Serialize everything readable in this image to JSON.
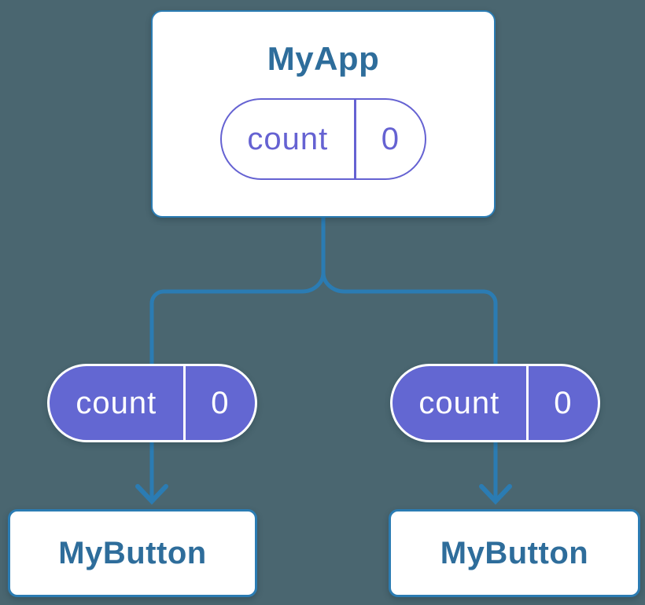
{
  "colors": {
    "bg": "#4a6670",
    "accent": "#2b7cb3",
    "card-bg": "#ffffff",
    "title-text": "#2e6d9b",
    "purple": "#6367d2",
    "purple-outline": "#6562d2",
    "pill-text-light": "#ffffff"
  },
  "diagram": {
    "root": {
      "title": "MyApp",
      "pill": {
        "key": "count",
        "value": "0"
      }
    },
    "children": [
      {
        "title": "MyButton",
        "pill": {
          "key": "count",
          "value": "0"
        }
      },
      {
        "title": "MyButton",
        "pill": {
          "key": "count",
          "value": "0"
        }
      }
    ]
  }
}
